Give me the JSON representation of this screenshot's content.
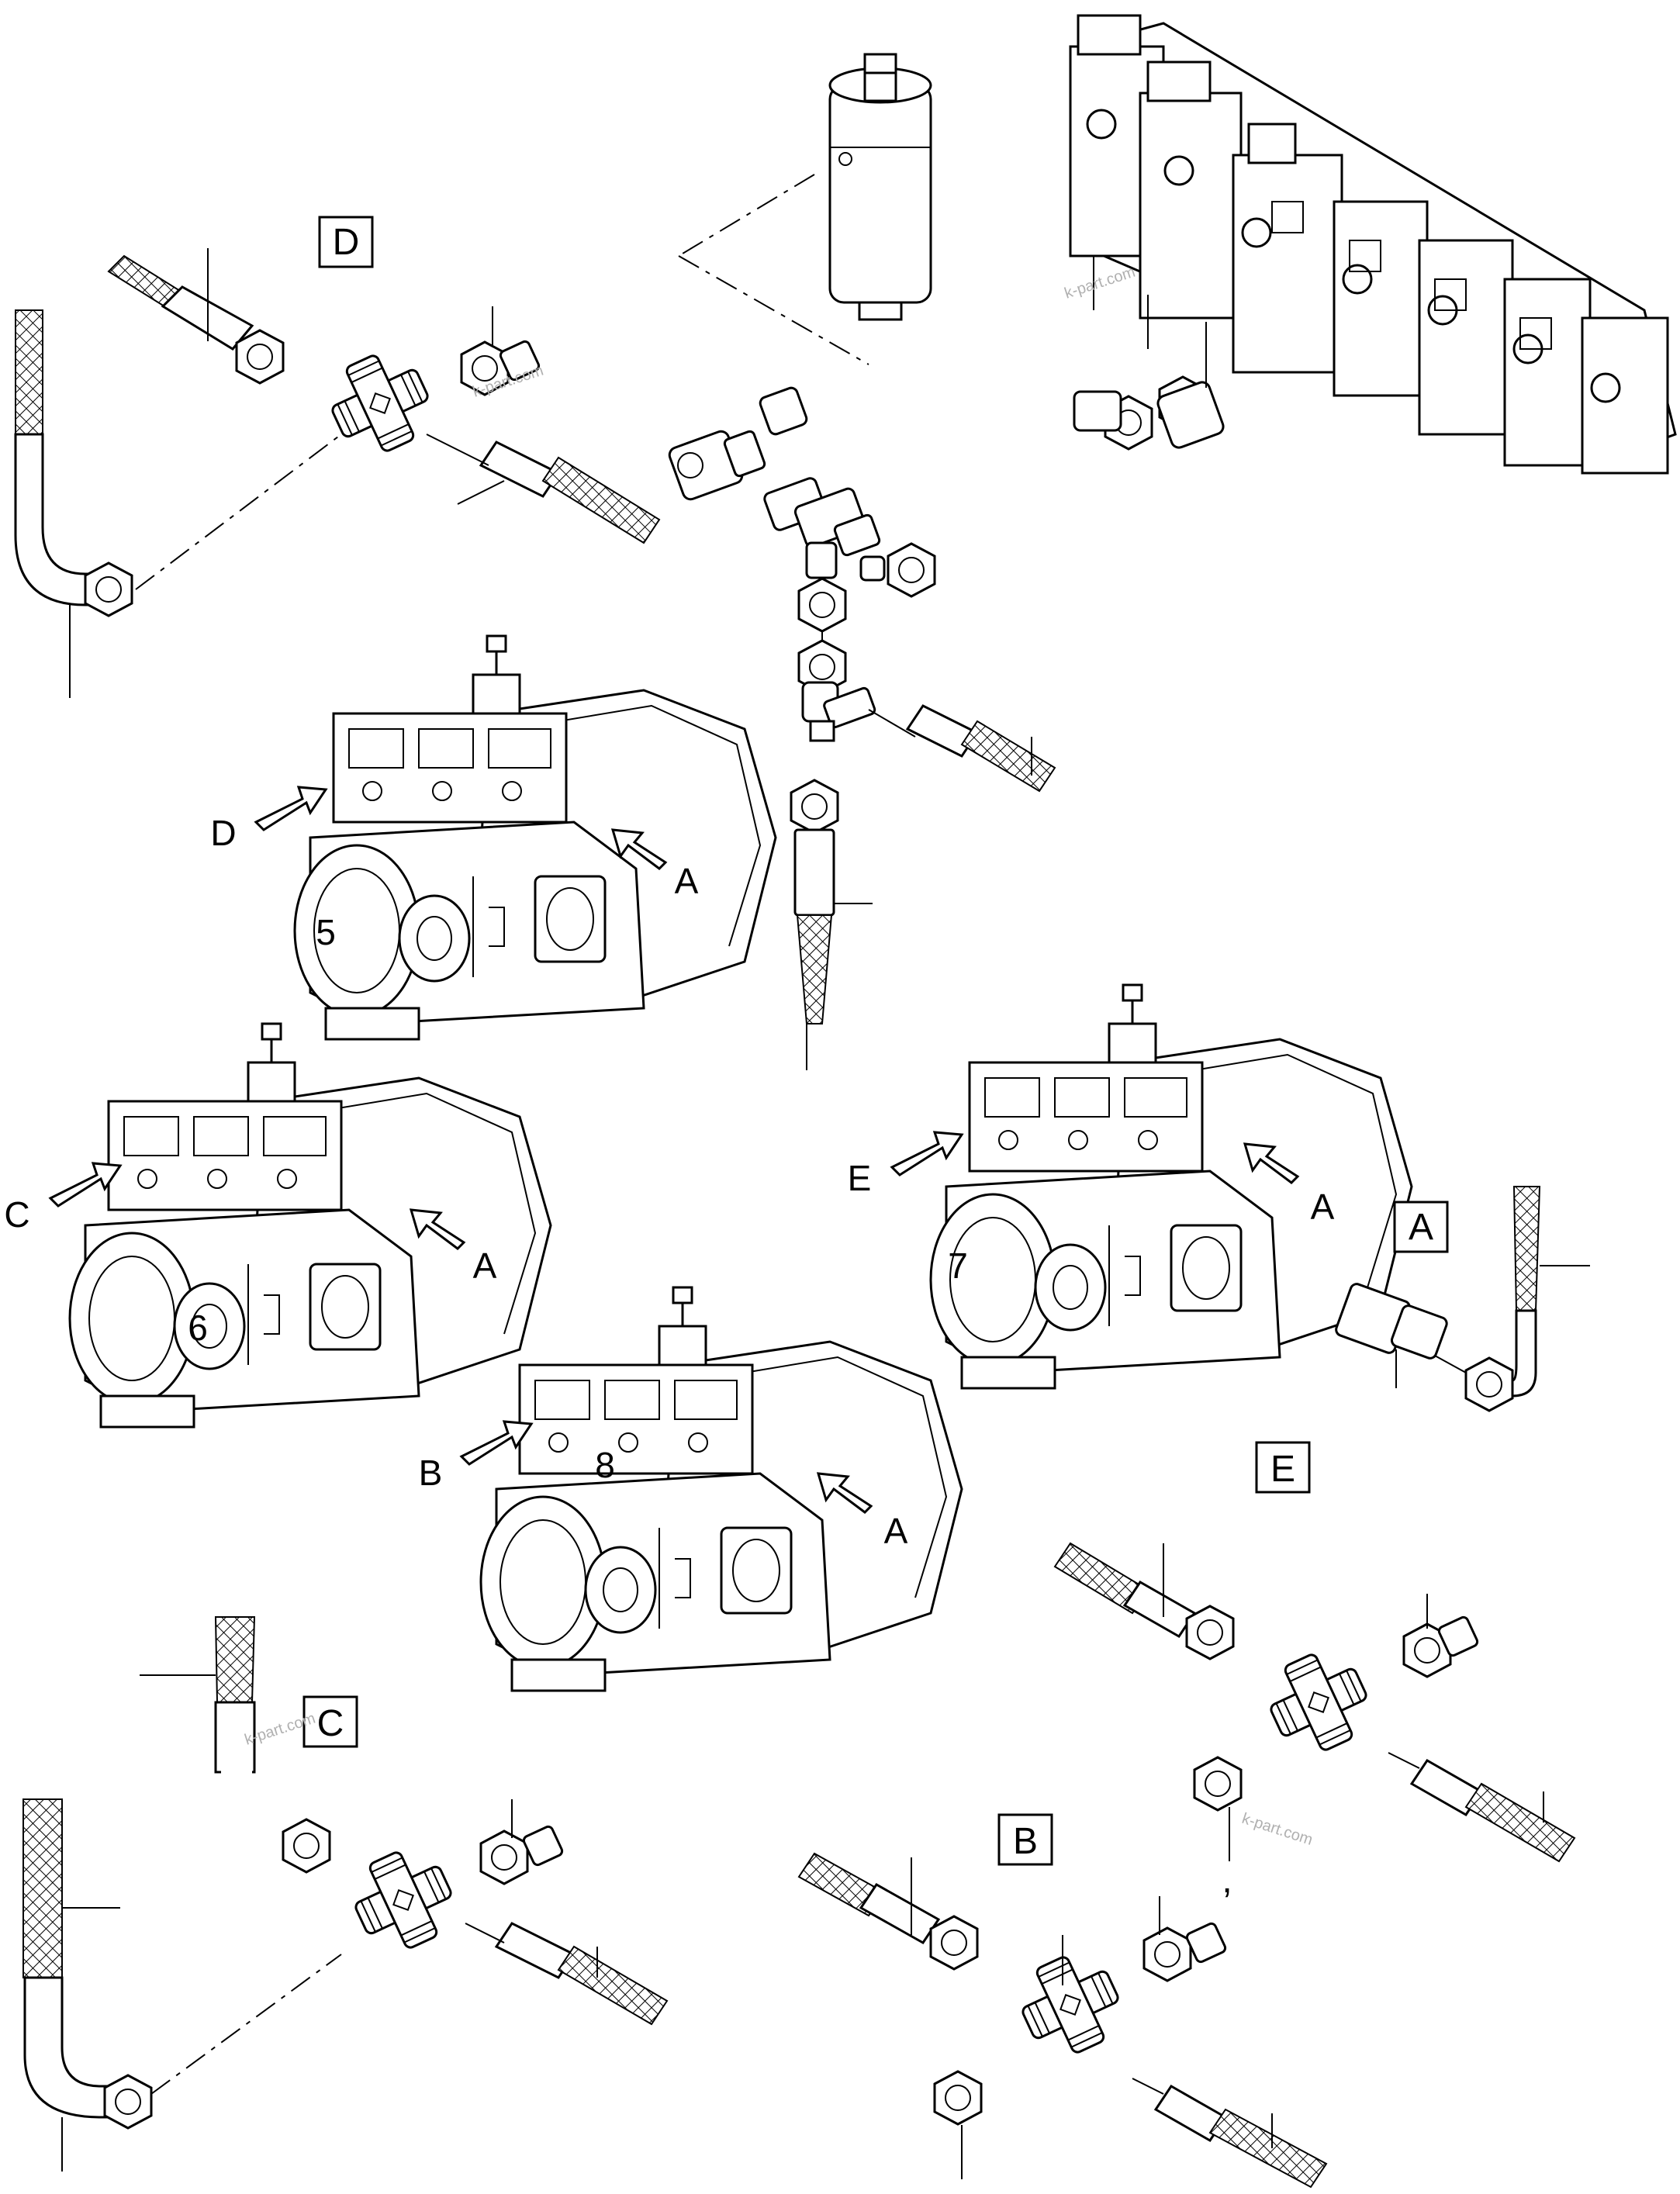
{
  "views": {
    "A": "A",
    "B": "B",
    "C": "C",
    "D": "D",
    "E": "E"
  },
  "pumps": {
    "p5": {
      "number": "5",
      "arrow_left": "D",
      "arrow_right": "A"
    },
    "p6": {
      "number": "6",
      "arrow_left": "C",
      "arrow_right": "A"
    },
    "p7": {
      "number": "7",
      "arrow_left": "E",
      "arrow_right": "A"
    },
    "p8": {
      "number": "8",
      "arrow_left": "B",
      "arrow_right": "A"
    }
  },
  "watermark": "k-part.com",
  "marks": {
    "comma": ","
  }
}
